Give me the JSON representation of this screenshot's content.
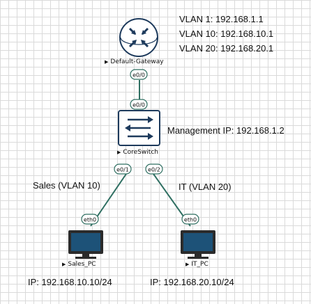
{
  "nodes": {
    "gateway": {
      "name": "Default-Gateway",
      "icon": "router-icon"
    },
    "switch": {
      "name": "CoreSwitch",
      "icon": "switch-icon"
    },
    "sales_pc": {
      "name": "Sales_PC",
      "icon": "monitor-icon"
    },
    "it_pc": {
      "name": "IT_PC",
      "icon": "monitor-icon"
    }
  },
  "interfaces": {
    "gateway_e00": "e0/0",
    "switch_e00": "e0/0",
    "switch_e01": "e0/1",
    "switch_e02": "e0/2",
    "sales_eth0": "eth0",
    "it_eth0": "eth0"
  },
  "vlans": [
    "VLAN 1: 192.168.1.1",
    "VLAN 10: 192.168.10.1",
    "VLAN 20: 192.168.20.1"
  ],
  "management_ip": "Management IP: 192.168.1.2",
  "links": {
    "sales": "Sales (VLAN 10)",
    "it": "IT (VLAN 20)"
  },
  "pc_ips": {
    "sales": "IP: 192.168.10.10/24",
    "it": "IP: 192.168.20.10/24"
  },
  "colors": {
    "grid": "#dadada",
    "link": "#2f6f62",
    "device_outline": "#1d3a5c",
    "monitor_frame": "#2b2b2b",
    "monitor_screen": "#1d5278"
  }
}
